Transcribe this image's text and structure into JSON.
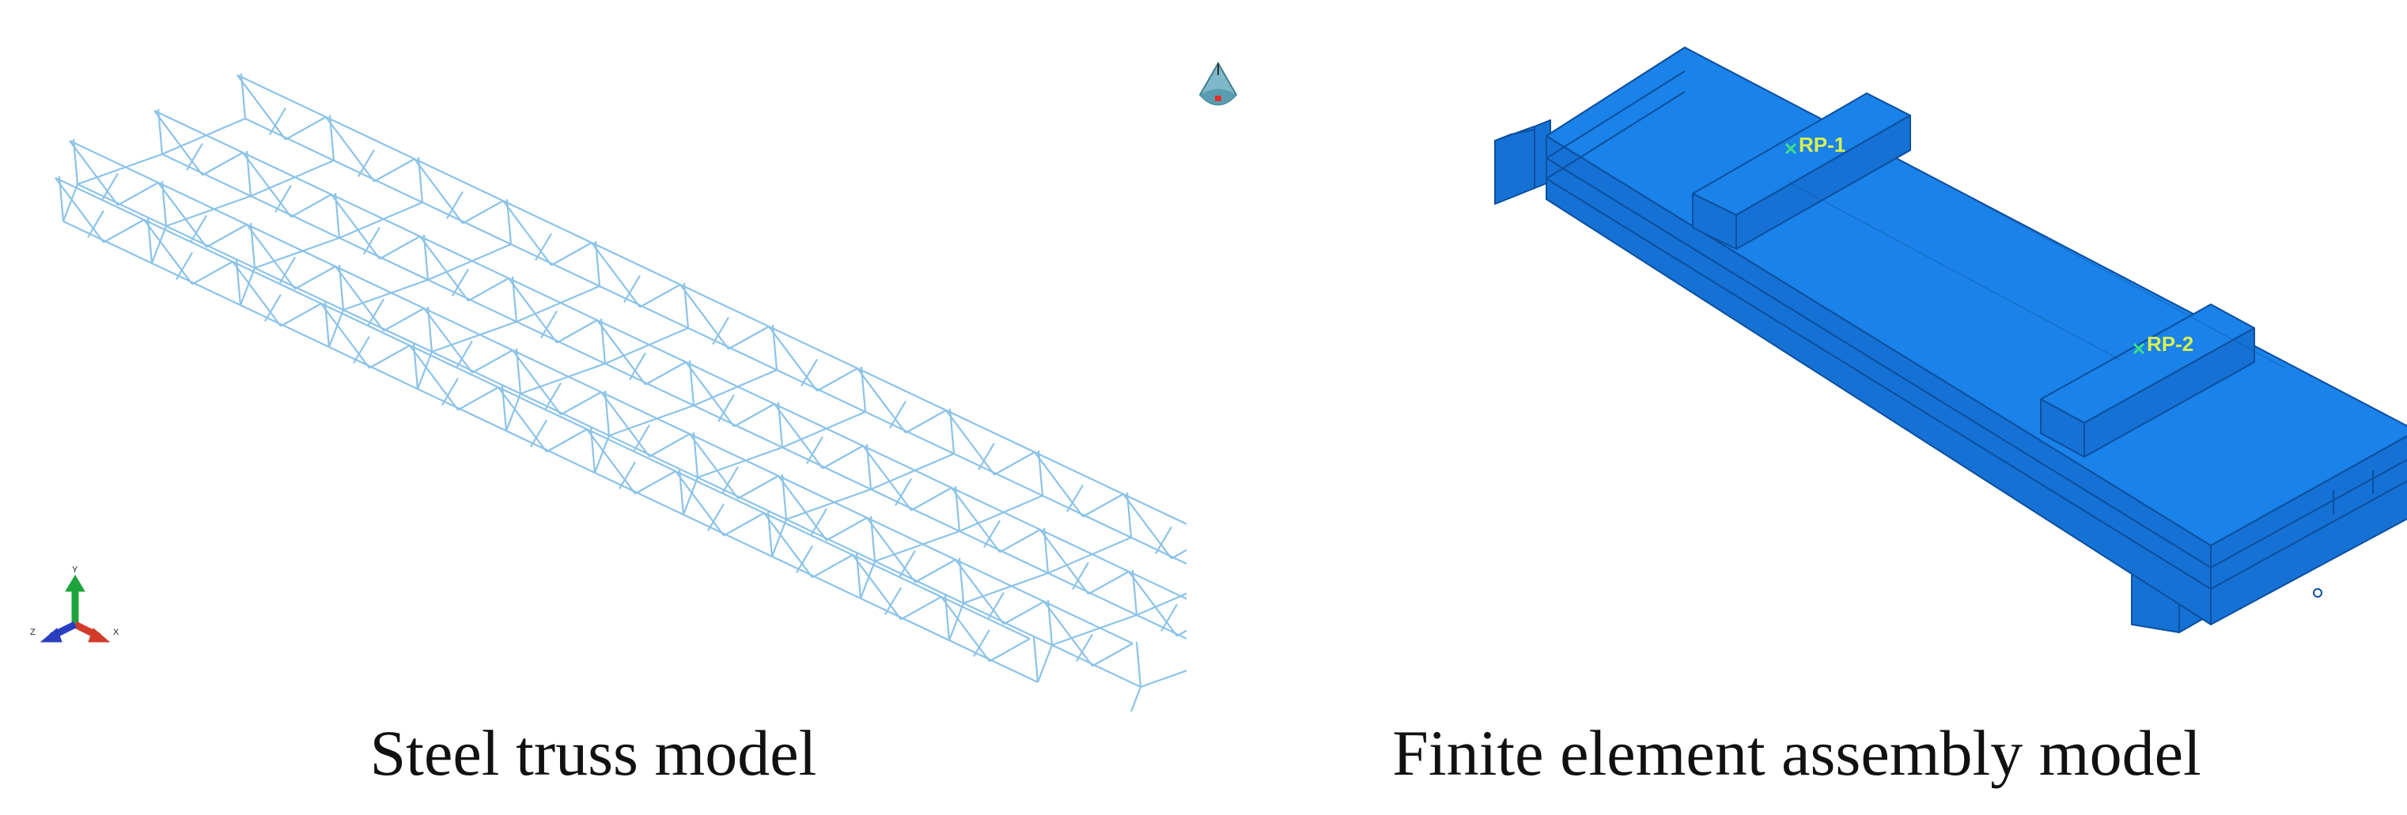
{
  "captions": {
    "left": "Steel truss model",
    "right": "Finite element assembly model"
  },
  "axis_triad": {
    "labels": {
      "x": "X",
      "y": "Y",
      "z": "Z"
    },
    "colors": {
      "x": "#d23a2a",
      "y": "#1fa33c",
      "z": "#2a3fbf"
    }
  },
  "view_cube": {
    "name": "view-orientation-icon"
  },
  "reference_points": [
    {
      "label": "RP-1"
    },
    {
      "label": "RP-2"
    }
  ],
  "colors": {
    "truss_line": "#8cc3e8",
    "assembly_top": "#1a82e8",
    "assembly_side": "#1572d4",
    "assembly_edge": "#0b4f9e",
    "rp_label": "#d8f050"
  }
}
